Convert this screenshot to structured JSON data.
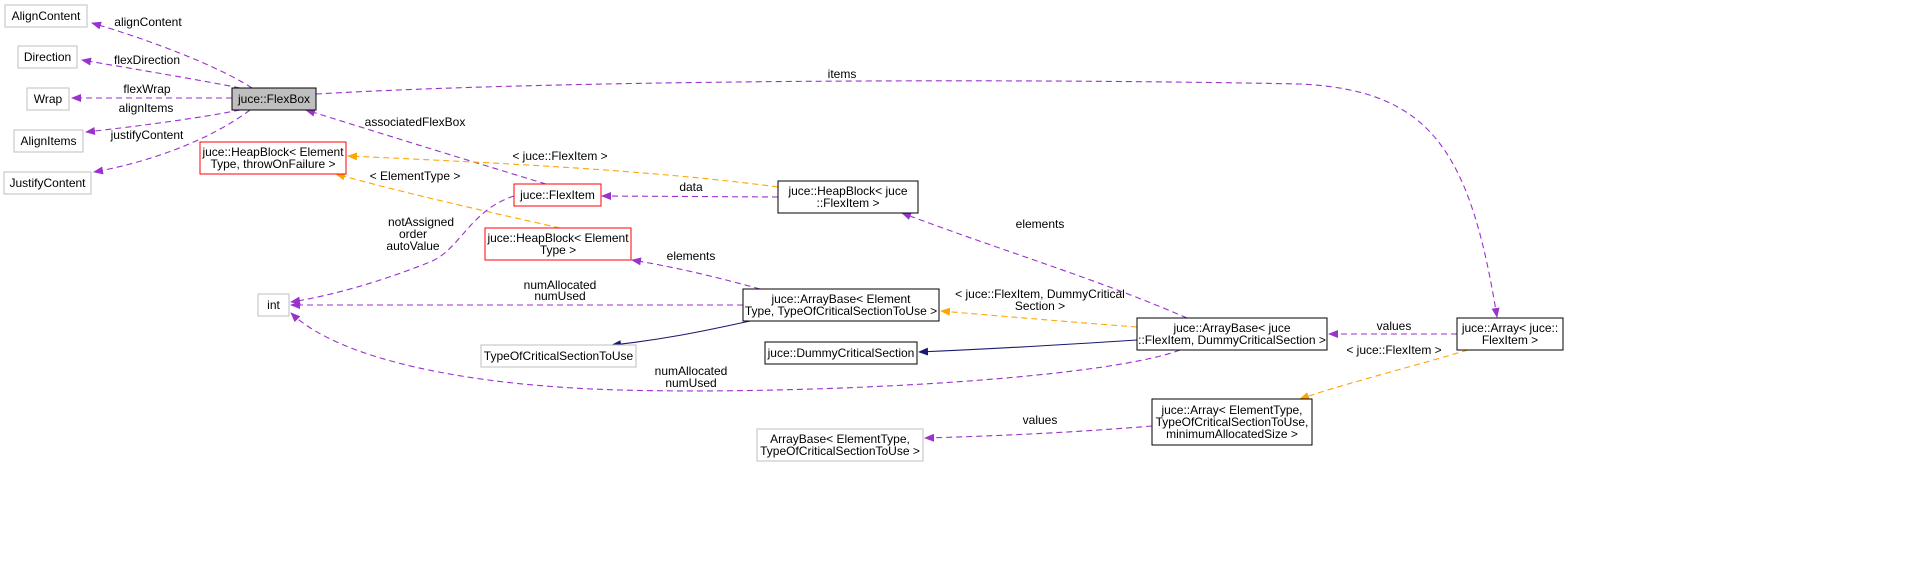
{
  "colors": {
    "usage": "#9a32cd",
    "template": "#ffa500",
    "inherit": "#191970",
    "node_gray_border": "#bfbfbf",
    "node_black_border": "#000000",
    "node_red_border": "#ff0000",
    "focus_fill": "#bfbfbf"
  },
  "nodes": [
    {
      "id": "aligncontent",
      "lines": [
        "AlignContent"
      ],
      "style": "gray"
    },
    {
      "id": "direction",
      "lines": [
        "Direction"
      ],
      "style": "gray"
    },
    {
      "id": "wrap",
      "lines": [
        "Wrap"
      ],
      "style": "gray"
    },
    {
      "id": "alignitems",
      "lines": [
        "AlignItems"
      ],
      "style": "gray"
    },
    {
      "id": "justifycontent",
      "lines": [
        "JustifyContent"
      ],
      "style": "gray"
    },
    {
      "id": "flexbox",
      "lines": [
        "juce::FlexBox"
      ],
      "style": "focus"
    },
    {
      "id": "heapblock-elem",
      "lines": [
        "juce::HeapBlock< Element",
        "Type, throwOnFailure >"
      ],
      "style": "red"
    },
    {
      "id": "flexitem",
      "lines": [
        "juce::FlexItem"
      ],
      "style": "red"
    },
    {
      "id": "heapblock-elemtype",
      "lines": [
        "juce::HeapBlock< Element",
        "Type >"
      ],
      "style": "red"
    },
    {
      "id": "heapblock-flexitem",
      "lines": [
        "juce::HeapBlock< juce",
        "::FlexItem >"
      ],
      "style": "black"
    },
    {
      "id": "int",
      "lines": [
        "int"
      ],
      "style": "gray"
    },
    {
      "id": "arraybase-elem",
      "lines": [
        "juce::ArrayBase< Element",
        "Type, TypeOfCriticalSectionToUse >"
      ],
      "style": "black"
    },
    {
      "id": "typeofcs",
      "lines": [
        "TypeOfCriticalSectionToUse"
      ],
      "style": "gray"
    },
    {
      "id": "dummycs",
      "lines": [
        "juce::DummyCriticalSection"
      ],
      "style": "black"
    },
    {
      "id": "arraybase-flexitem",
      "lines": [
        "juce::ArrayBase< juce",
        "::FlexItem, DummyCriticalSection >"
      ],
      "style": "black"
    },
    {
      "id": "array-flexitem",
      "lines": [
        "juce::Array< juce::",
        "FlexItem >"
      ],
      "style": "black"
    },
    {
      "id": "array-elem",
      "lines": [
        "juce::Array< ElementType,",
        "TypeOfCriticalSectionToUse,",
        "minimumAllocatedSize >"
      ],
      "style": "black"
    },
    {
      "id": "arraybase-plain",
      "lines": [
        "ArrayBase< ElementType,",
        "TypeOfCriticalSectionToUse >"
      ],
      "style": "gray"
    }
  ],
  "edges": [
    {
      "id": "e-aligncontent",
      "kind": "usage",
      "labels": [
        "alignContent"
      ]
    },
    {
      "id": "e-direction",
      "kind": "usage",
      "labels": [
        "flexDirection"
      ]
    },
    {
      "id": "e-wrap",
      "kind": "usage",
      "labels": [
        "flexWrap"
      ]
    },
    {
      "id": "e-alignitems",
      "kind": "usage",
      "labels": [
        "alignItems"
      ]
    },
    {
      "id": "e-justifycontent",
      "kind": "usage",
      "labels": [
        "justifyContent"
      ]
    },
    {
      "id": "e-items",
      "kind": "usage",
      "labels": [
        "items"
      ]
    },
    {
      "id": "e-associated",
      "kind": "usage",
      "labels": [
        "associatedFlexBox"
      ]
    },
    {
      "id": "e-tmpl-flexitem-heap",
      "kind": "template",
      "labels": [
        "< juce::FlexItem >"
      ]
    },
    {
      "id": "e-tmpl-elemtype-heap",
      "kind": "template",
      "labels": [
        "< ElementType >"
      ]
    },
    {
      "id": "e-data",
      "kind": "usage",
      "labels": [
        "data"
      ]
    },
    {
      "id": "e-int-flexitem",
      "kind": "usage",
      "labels": [
        "notAssigned",
        "order",
        "autoValue"
      ]
    },
    {
      "id": "e-elements-1",
      "kind": "usage",
      "labels": [
        "elements"
      ]
    },
    {
      "id": "e-elements-2",
      "kind": "usage",
      "labels": [
        "elements"
      ]
    },
    {
      "id": "e-int-arraybase",
      "kind": "usage",
      "labels": [
        "numAllocated",
        "numUsed"
      ]
    },
    {
      "id": "e-inherit-typeofcs",
      "kind": "inherit",
      "labels": []
    },
    {
      "id": "e-tmpl-arraybase",
      "kind": "template",
      "labels": [
        "< juce::FlexItem, DummyCritical",
        "Section >"
      ]
    },
    {
      "id": "e-inherit-dummy",
      "kind": "inherit",
      "labels": []
    },
    {
      "id": "e-values-1",
      "kind": "usage",
      "labels": [
        "values"
      ]
    },
    {
      "id": "e-int-arraybase2",
      "kind": "usage",
      "labels": [
        "numAllocated",
        "numUsed"
      ]
    },
    {
      "id": "e-tmpl-array",
      "kind": "template",
      "labels": [
        "< juce::FlexItem >"
      ]
    },
    {
      "id": "e-values-2",
      "kind": "usage",
      "labels": [
        "values"
      ]
    }
  ]
}
